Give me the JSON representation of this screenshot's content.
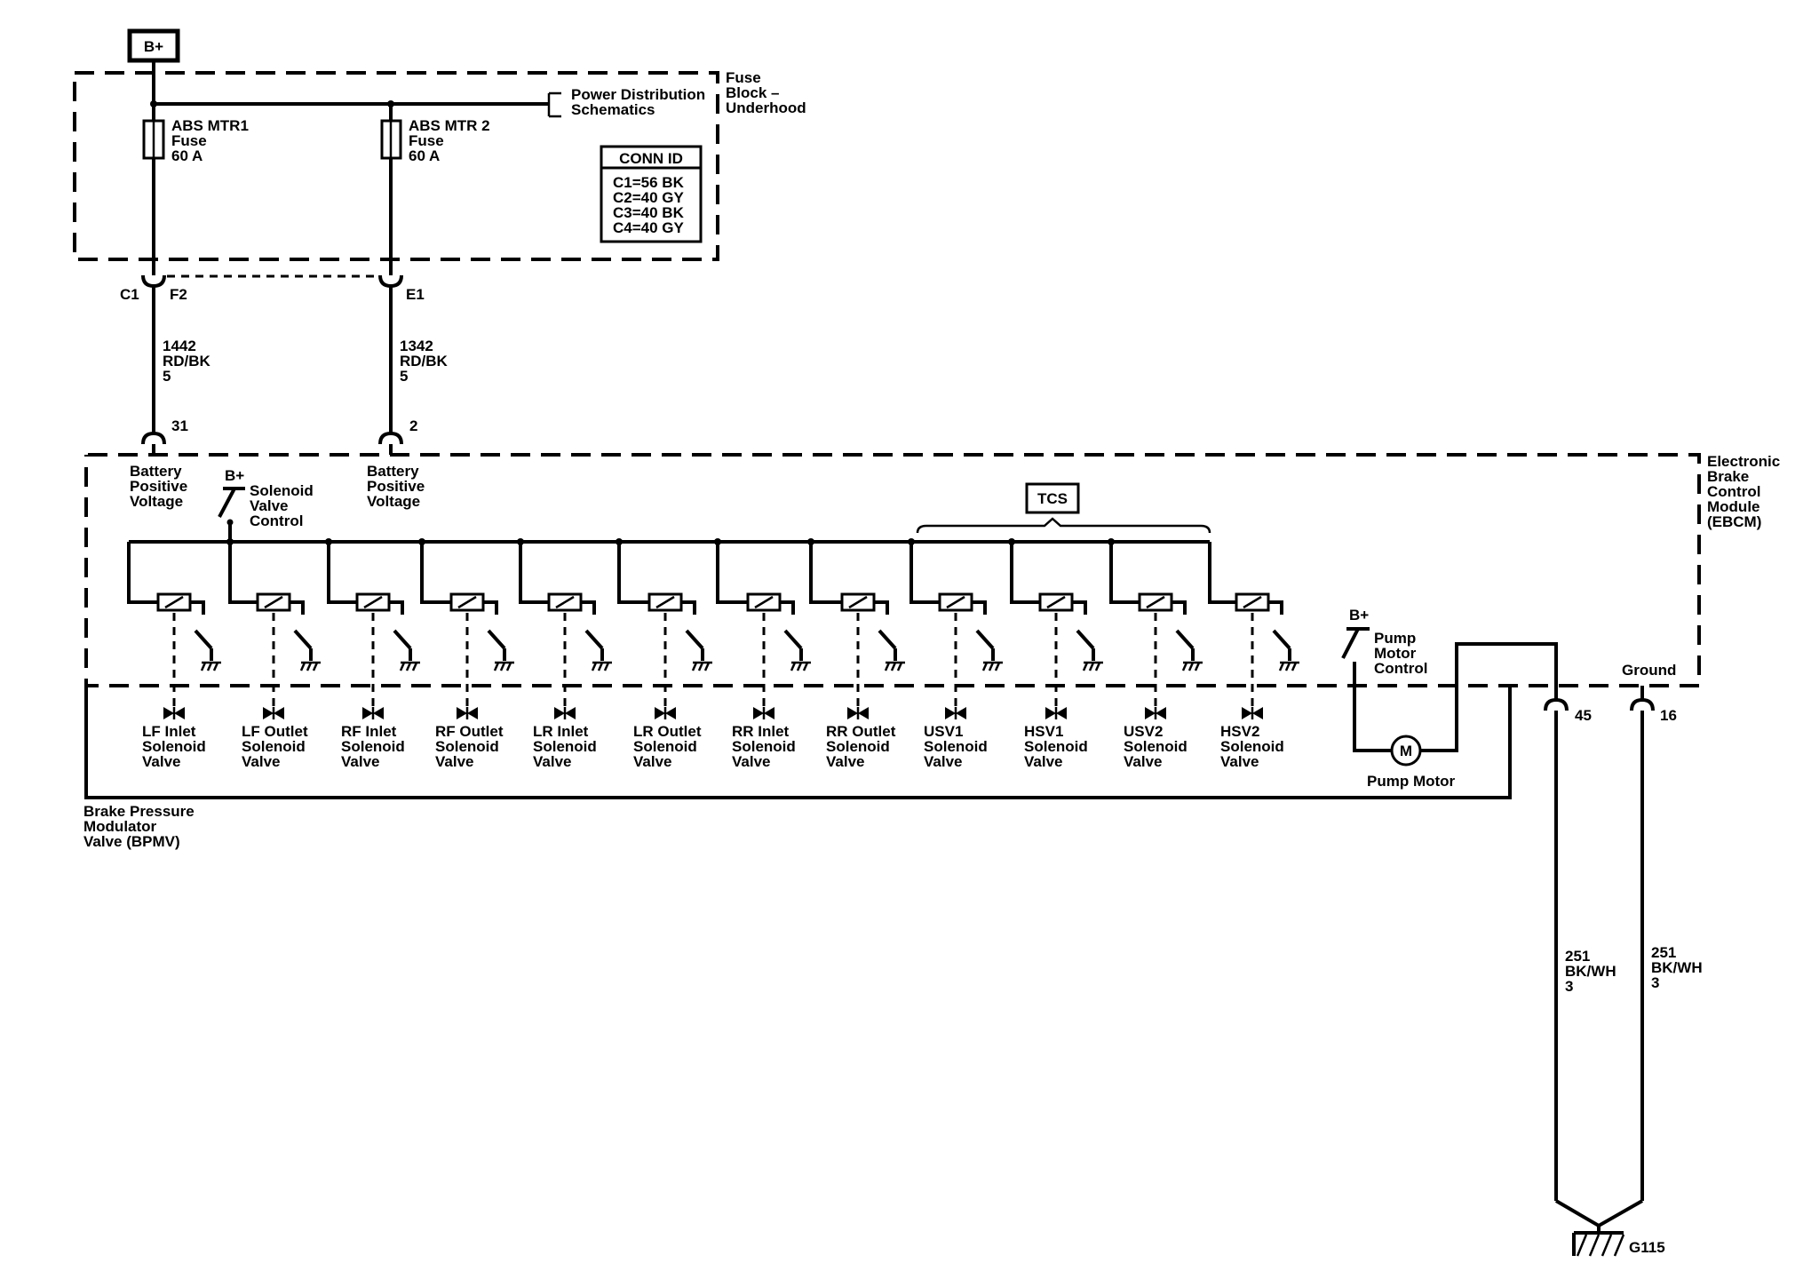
{
  "power_source": "B+",
  "fuse_block": {
    "title_lines": [
      "Fuse",
      "Block –",
      "Underhood"
    ],
    "power_distribution_lines": [
      "Power Distribution",
      "Schematics"
    ],
    "fuses": [
      {
        "lines": [
          "ABS MTR1",
          "Fuse",
          "60 A"
        ]
      },
      {
        "lines": [
          "ABS MTR 2",
          "Fuse",
          "60 A"
        ]
      }
    ],
    "conn_id": {
      "header": "CONN ID",
      "rows": [
        "C1=56 BK",
        "C2=40 GY",
        "C3=40 BK",
        "C4=40 GY"
      ]
    },
    "connector_labels": [
      "C1",
      "F2",
      "E1"
    ]
  },
  "feed_wires": [
    {
      "lines": [
        "1442",
        "RD/BK",
        "5"
      ],
      "pin": "31",
      "function_lines": [
        "Battery",
        "Positive",
        "Voltage"
      ]
    },
    {
      "lines": [
        "1342",
        "RD/BK",
        "5"
      ],
      "pin": "2",
      "function_lines": [
        "Battery",
        "Positive",
        "Voltage"
      ]
    }
  ],
  "ebcm": {
    "title_lines": [
      "Electronic",
      "Brake",
      "Control",
      "Module",
      "(EBCM)"
    ],
    "solenoid_control": {
      "bplus": "B+",
      "lines": [
        "Solenoid",
        "Valve",
        "Control"
      ]
    },
    "tcs_label": "TCS",
    "pump_control": {
      "bplus": "B+",
      "lines": [
        "Pump",
        "Motor",
        "Control"
      ]
    },
    "ground_label": "Ground",
    "pins": [
      "45",
      "16"
    ]
  },
  "solenoid_valves": [
    {
      "lines": [
        "LF Inlet",
        "Solenoid",
        "Valve"
      ]
    },
    {
      "lines": [
        "LF Outlet",
        "Solenoid",
        "Valve"
      ]
    },
    {
      "lines": [
        "RF Inlet",
        "Solenoid",
        "Valve"
      ]
    },
    {
      "lines": [
        "RF Outlet",
        "Solenoid",
        "Valve"
      ]
    },
    {
      "lines": [
        "LR Inlet",
        "Solenoid",
        "Valve"
      ]
    },
    {
      "lines": [
        "LR Outlet",
        "Solenoid",
        "Valve"
      ]
    },
    {
      "lines": [
        "RR Inlet",
        "Solenoid",
        "Valve"
      ]
    },
    {
      "lines": [
        "RR Outlet",
        "Solenoid",
        "Valve"
      ]
    },
    {
      "lines": [
        "USV1",
        "Solenoid",
        "Valve"
      ]
    },
    {
      "lines": [
        "HSV1",
        "Solenoid",
        "Valve"
      ]
    },
    {
      "lines": [
        "USV2",
        "Solenoid",
        "Valve"
      ]
    },
    {
      "lines": [
        "HSV2",
        "Solenoid",
        "Valve"
      ]
    }
  ],
  "pump_motor": {
    "symbol": "M",
    "label": "Pump Motor"
  },
  "bpmv": {
    "lines": [
      "Brake Pressure",
      "Modulator",
      "Valve (BPMV)"
    ]
  },
  "ground_wires": [
    {
      "lines": [
        "251",
        "BK/WH",
        "3"
      ]
    },
    {
      "lines": [
        "251",
        "BK/WH",
        "3"
      ]
    }
  ],
  "ground_point": "G115"
}
